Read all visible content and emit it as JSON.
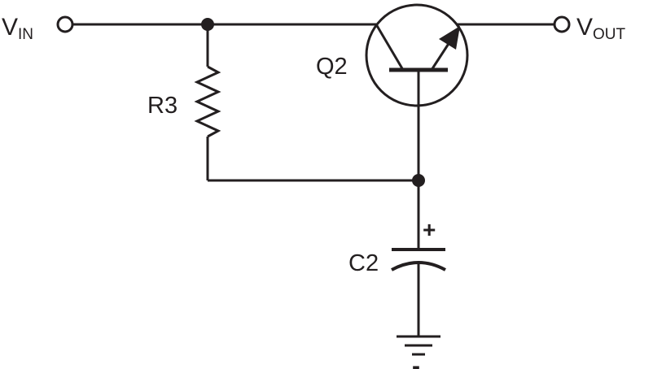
{
  "terminals": {
    "input": {
      "main": "V",
      "sub": "IN"
    },
    "output": {
      "main": "V",
      "sub": "OUT"
    }
  },
  "components": {
    "transistor": {
      "label": "Q2"
    },
    "resistor": {
      "label": "R3"
    },
    "capacitor": {
      "label": "C2",
      "plus": "+",
      "minus": "-"
    }
  },
  "colors": {
    "ink": "#231f20",
    "background": "#ffffff"
  }
}
